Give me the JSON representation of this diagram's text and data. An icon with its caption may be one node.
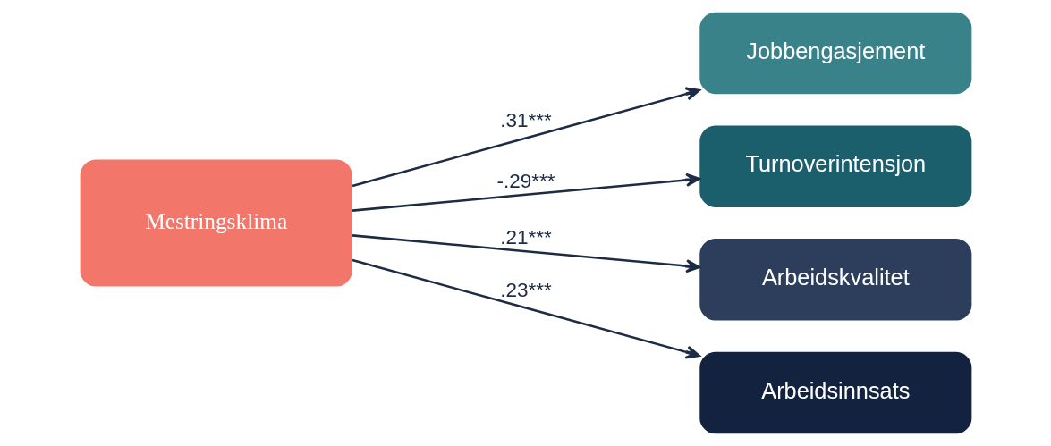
{
  "diagram": {
    "nodes": [
      {
        "text": [
          "Mestringsklima"
        ]
      },
      {
        "text": [
          "Jobbengasjement"
        ]
      },
      {
        "text": [
          "Turnoverintensjon"
        ]
      },
      {
        "text": [
          "Arbeidskvalitet"
        ]
      },
      {
        "text": [
          "Arbeidsinnsats"
        ]
      }
    ],
    "edges": [
      {
        "from": 0,
        "to": 1,
        "arrow": "to",
        "label": ".31***"
      },
      {
        "from": 0,
        "to": 2,
        "arrow": "to",
        "label": "-.29***"
      },
      {
        "from": 0,
        "to": 3,
        "arrow": "to",
        "label": ".21***"
      },
      {
        "from": 0,
        "to": 4,
        "arrow": "to",
        "label": ".23***"
      }
    ]
  }
}
